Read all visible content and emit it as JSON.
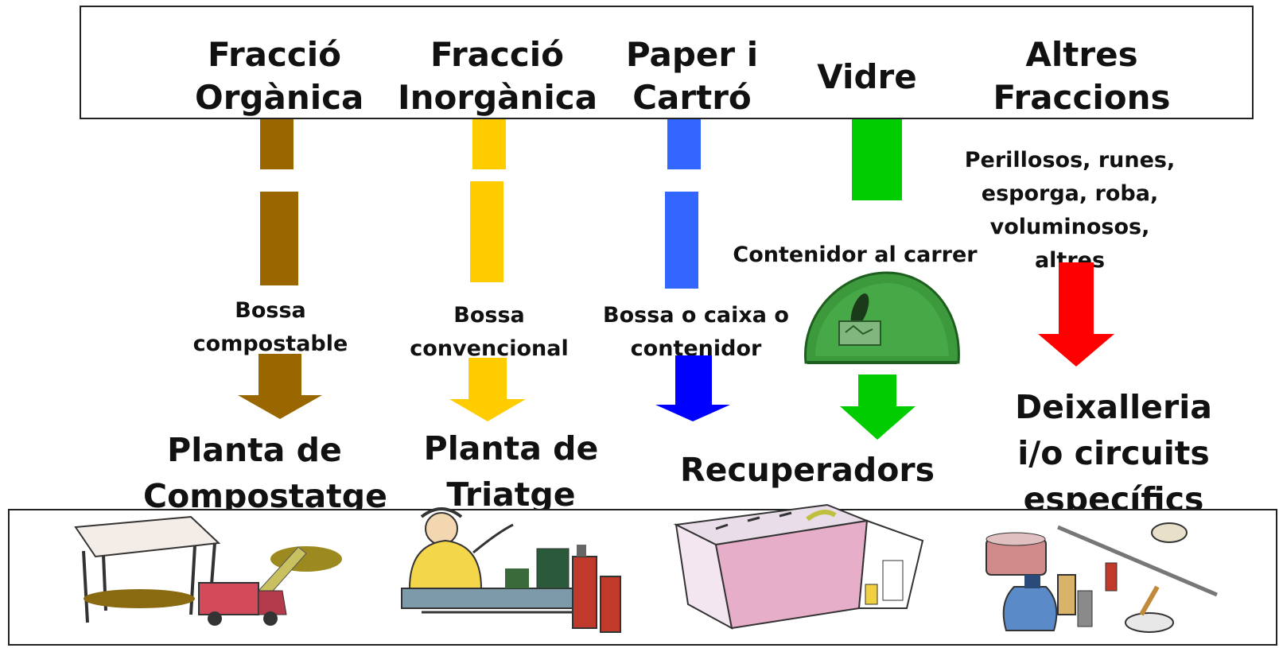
{
  "columns": [
    {
      "title_line1": "Fracció",
      "title_line2": "Orgànica",
      "color": "#996600"
    },
    {
      "title_line1": "Fracció",
      "title_line2": "Inorgànica",
      "color": "#FFCC00"
    },
    {
      "title_line1": "Paper i",
      "title_line2": "Cartró",
      "color": "#3366FF"
    },
    {
      "title": "Vidre",
      "color": "#00CC00"
    },
    {
      "title_line1": "Altres",
      "title_line2": "Fraccions",
      "color": "#FF0000"
    }
  ],
  "containers": {
    "organica": {
      "line1": "Bossa",
      "line2": "compostable"
    },
    "inorganica": {
      "line1": "Bossa",
      "line2": "convencional"
    },
    "paper": {
      "line1": "Bossa o caixa o",
      "line2": "contenidor"
    },
    "vidre": "Contenidor al carrer",
    "altres": {
      "line1": "Perillosos, runes,",
      "line2": "esporga, roba,",
      "line3": "voluminosos,",
      "line4": "altres"
    }
  },
  "destinations": {
    "organica": {
      "line1": "Planta de",
      "line2": "Compostatge"
    },
    "inorganica": {
      "line1": "Planta de",
      "line2": "Triatge"
    },
    "paper_vidre": "Recuperadors",
    "altres": {
      "line1": "Deixalleria",
      "line2": "i/o circuits",
      "line3": "específics"
    }
  },
  "arrow_colors": {
    "organica": "#996600",
    "inorganica": "#FFCC00",
    "paper": "#0000FF",
    "vidre": "#00CC00",
    "altres": "#FF0000"
  },
  "illustrations": [
    "compost-plant-illustration",
    "sorting-plant-illustration",
    "recycler-container-illustration",
    "hazardous-waste-illustration"
  ]
}
